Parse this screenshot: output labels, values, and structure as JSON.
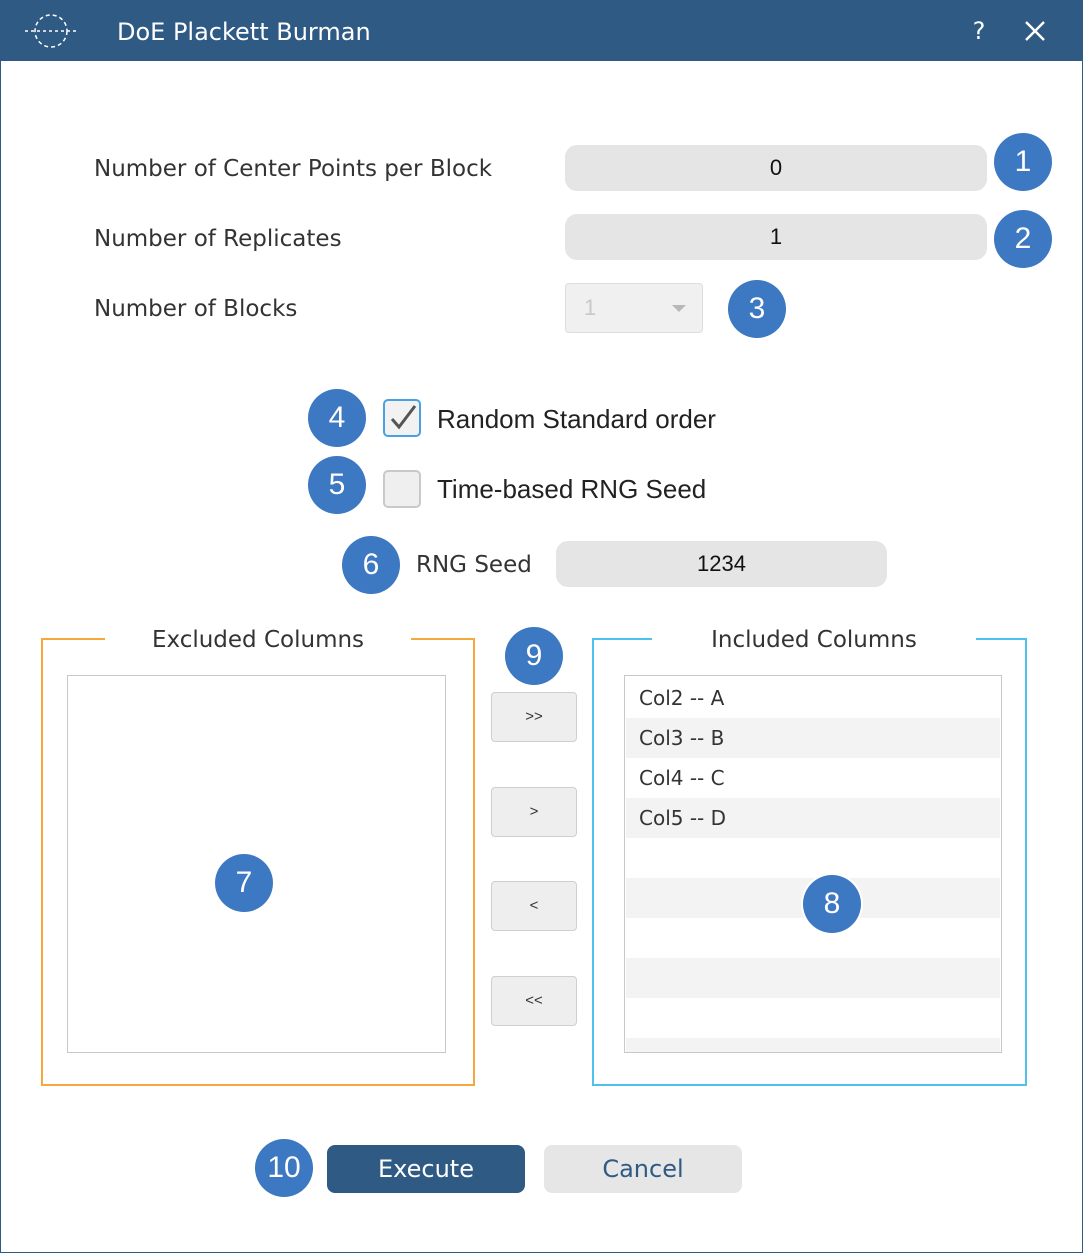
{
  "window": {
    "title": "DoE Plackett Burman",
    "help_label": "?",
    "app_icon": "orbit-logo-icon",
    "close_icon": "close-icon"
  },
  "form": {
    "center_points": {
      "label": "Number of Center Points per Block",
      "value": "0"
    },
    "replicates": {
      "label": "Number of Replicates",
      "value": "1"
    },
    "blocks": {
      "label": "Number of Blocks",
      "value": "1",
      "enabled": false
    },
    "random_order": {
      "label": "Random Standard order",
      "checked": true
    },
    "time_seed": {
      "label": "Time-based RNG Seed",
      "checked": false
    },
    "rng_seed": {
      "label": "RNG Seed",
      "value": "1234"
    }
  },
  "excluded": {
    "title": "Excluded Columns",
    "items": []
  },
  "included": {
    "title": "Included Columns",
    "items": [
      "Col2 -- A",
      "Col3 -- B",
      "Col4 -- C",
      "Col5 -- D"
    ]
  },
  "move_buttons": {
    "add_all": ">>",
    "add": ">",
    "remove": "<",
    "remove_all": "<<"
  },
  "actions": {
    "execute": "Execute",
    "cancel": "Cancel"
  },
  "badges": [
    "1",
    "2",
    "3",
    "4",
    "5",
    "6",
    "7",
    "8",
    "9",
    "10"
  ],
  "colors": {
    "titlebar": "#2f5a84",
    "badge": "#3d78c2",
    "excluded_frame": "#f5a93a",
    "included_frame": "#4fc1ec"
  }
}
